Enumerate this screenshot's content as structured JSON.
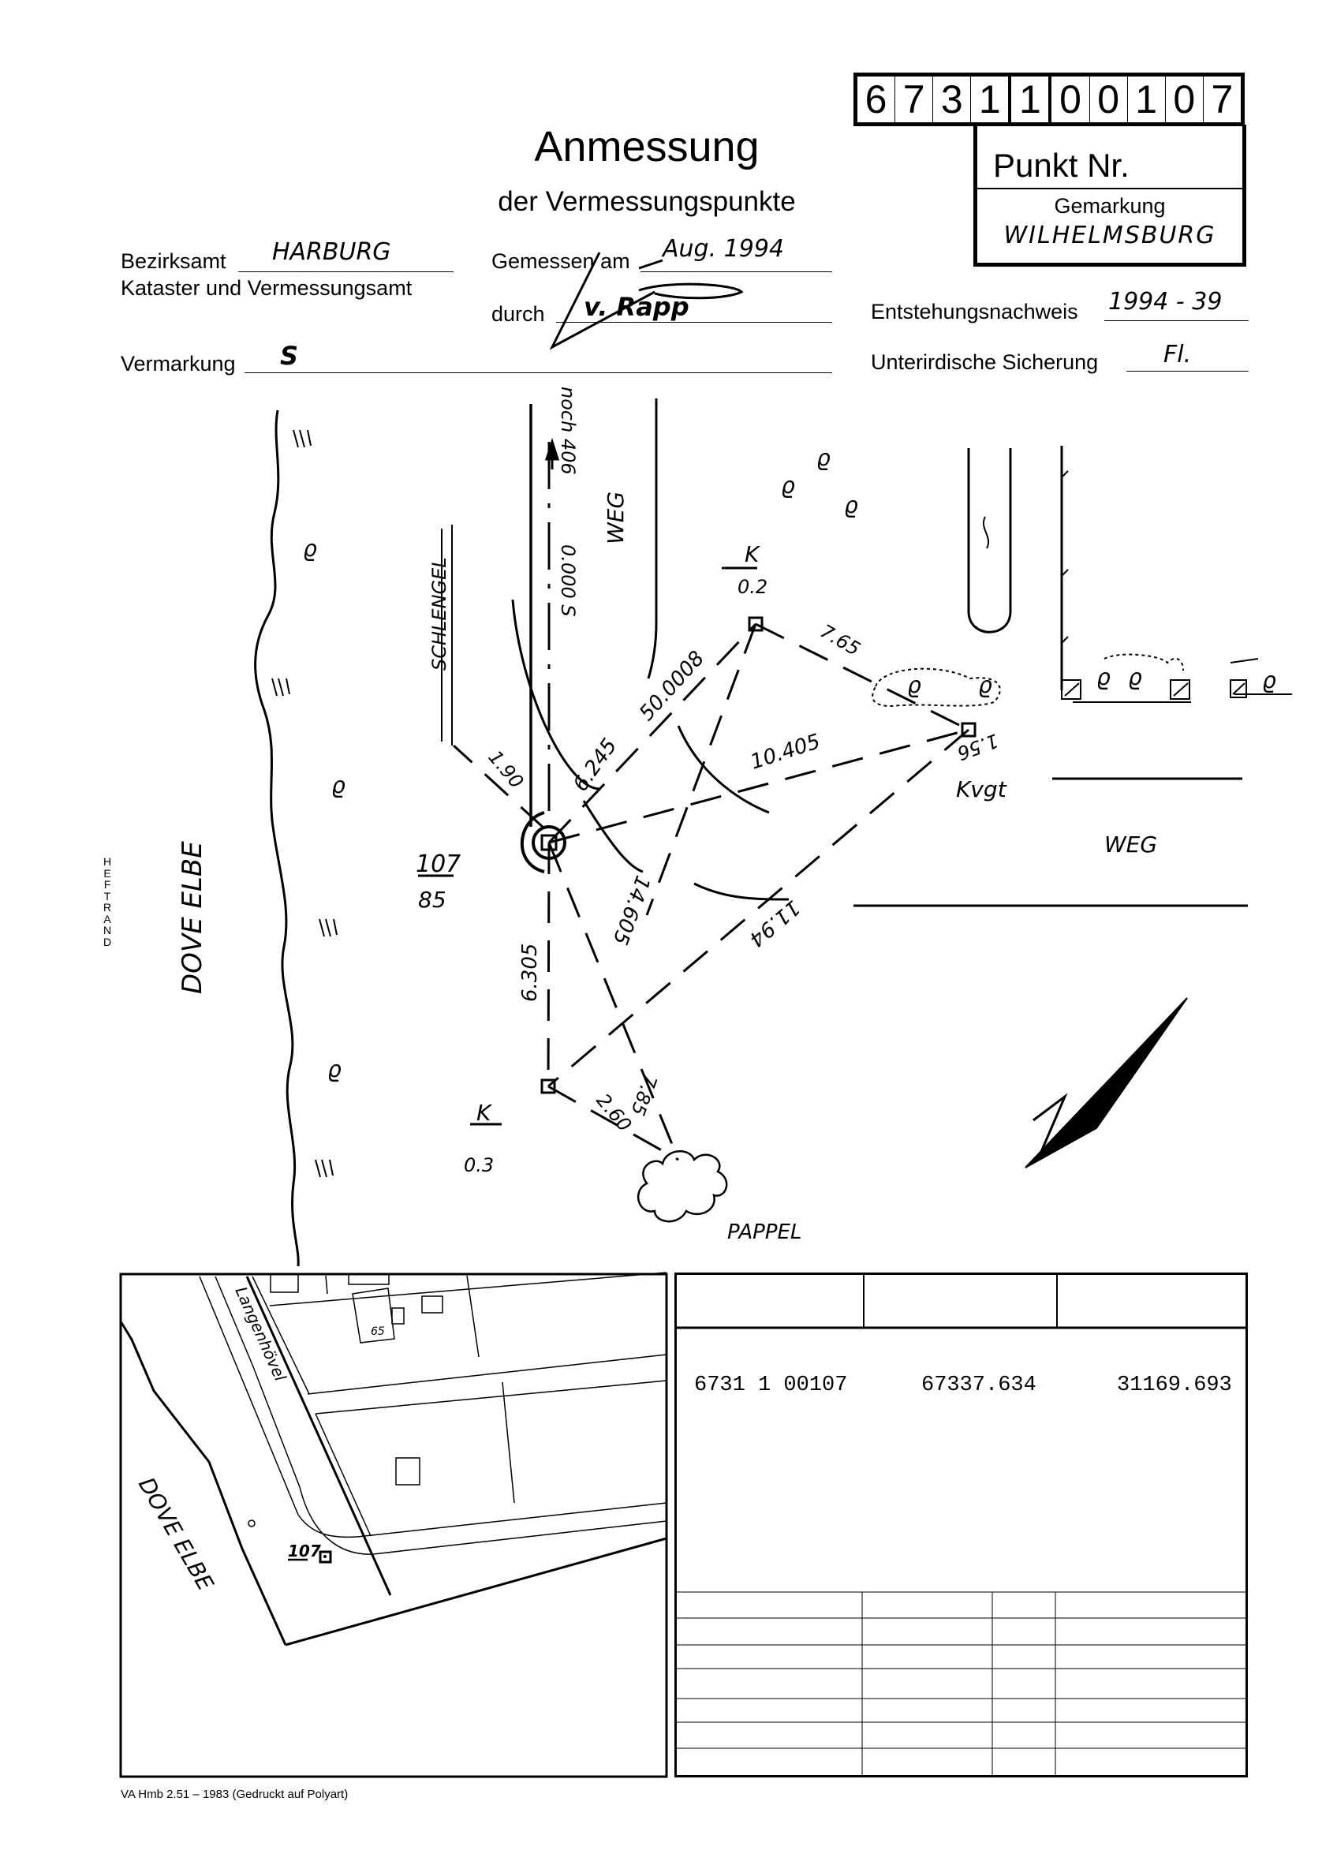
{
  "header": {
    "point_number_digits": [
      "6",
      "7",
      "3",
      "1",
      "1",
      "0",
      "0",
      "1",
      "0",
      "7"
    ],
    "punkt_nr_label": "Punkt Nr.",
    "gemarkung_label": "Gemarkung",
    "gemarkung_value": "WILHELMSBURG",
    "title": "Anmessung",
    "subtitle": "der Vermessungspunkte"
  },
  "form": {
    "bezirksamt_label": "Bezirksamt",
    "bezirksamt_value": "HARBURG",
    "kataster_label": "Kataster und Vermessungsamt",
    "gemessen_label": "Gemessen am",
    "gemessen_value": "Aug. 1994",
    "durch_label": "durch",
    "durch_signature": "v. Rapp",
    "vermarkung_label": "Vermarkung",
    "vermarkung_value": "S",
    "entstehung_label": "Entstehungsnachweis",
    "entstehung_value": "1994 - 39",
    "sicherung_label": "Unterirdische Sicherung",
    "sicherung_value": "Fl."
  },
  "margin_label": "HEFTRAND",
  "sketch": {
    "river_label": "DOVE ELBE",
    "schlengel_label": "SCHLENGEL",
    "weg_label_1": "WEG",
    "weg_label_2": "WEG",
    "noch_label": "noch 406",
    "zero_label": "0.000 S",
    "point_label_num": "107",
    "point_label_den": "85",
    "k_top_num": "K",
    "k_top_den": "0.2",
    "k_bottom_num": "K",
    "k_bottom_den": "0.3",
    "kvgt_label": "Kvgt",
    "kvgt_value": "1.56",
    "pappel_label": "PAPPEL",
    "measurements": {
      "m_190": "1.90",
      "m_6245": "6.245",
      "m_500008": "50.0008",
      "m_765": "7.65",
      "m_10405": "10.405",
      "m_14605": "14.605",
      "m_1194": "11.94",
      "m_6305": "6.305",
      "m_260": "2.60",
      "m_785": "7.85"
    },
    "vegetation_symbol": "ϱ"
  },
  "map": {
    "street_label": "Langenhövel",
    "house_number": "65",
    "point_label": "107",
    "river_label": "DOVE ELBE"
  },
  "coord_table": {
    "row": {
      "point": "6731 1 00107",
      "x": "67337.634",
      "y": "31169.693"
    }
  },
  "footer": "VA Hmb 2.51 – 1983 (Gedruckt auf Polyart)"
}
